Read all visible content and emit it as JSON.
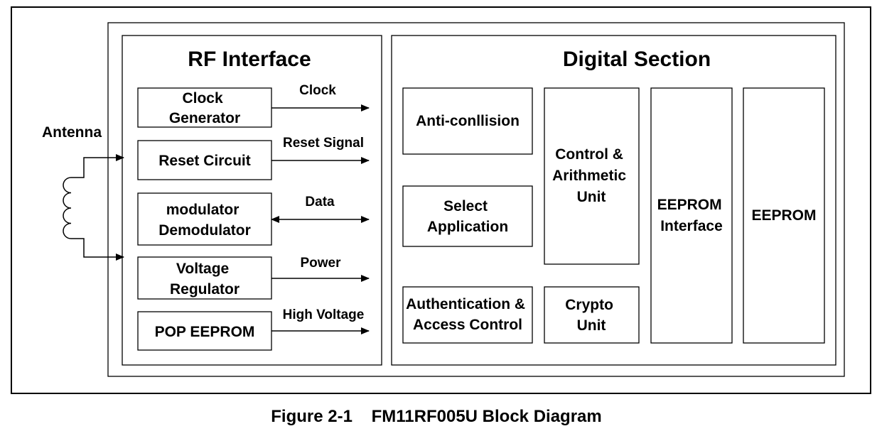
{
  "rf_section": {
    "title": "RF Interface",
    "blocks": {
      "clock_generator": [
        "Clock",
        "Generator"
      ],
      "reset_circuit": [
        "Reset Circuit"
      ],
      "modulator": [
        "modulator",
        "Demodulator"
      ],
      "voltage_regulator": [
        "Voltage",
        "Regulator"
      ],
      "pop_eeprom": [
        "POP EEPROM"
      ]
    },
    "signals": {
      "clock": "Clock",
      "reset": "Reset Signal",
      "data": "Data",
      "power": "Power",
      "high_voltage": "High Voltage"
    }
  },
  "antenna_label": "Antenna",
  "digital_section": {
    "title": "Digital Section",
    "blocks": {
      "anti_collision": [
        "Anti-conllision"
      ],
      "select_application": [
        "Select",
        "Application"
      ],
      "authentication": [
        "Authentication &",
        "Access Control"
      ],
      "control_arithmetic": [
        "Control &",
        "Arithmetic",
        "Unit"
      ],
      "crypto_unit": [
        "Crypto",
        "Unit"
      ],
      "eeprom_interface": [
        "EEPROM",
        "Interface"
      ],
      "eeprom": [
        "EEPROM"
      ]
    }
  },
  "caption": "Figure 2-1    FM11RF005U Block Diagram"
}
